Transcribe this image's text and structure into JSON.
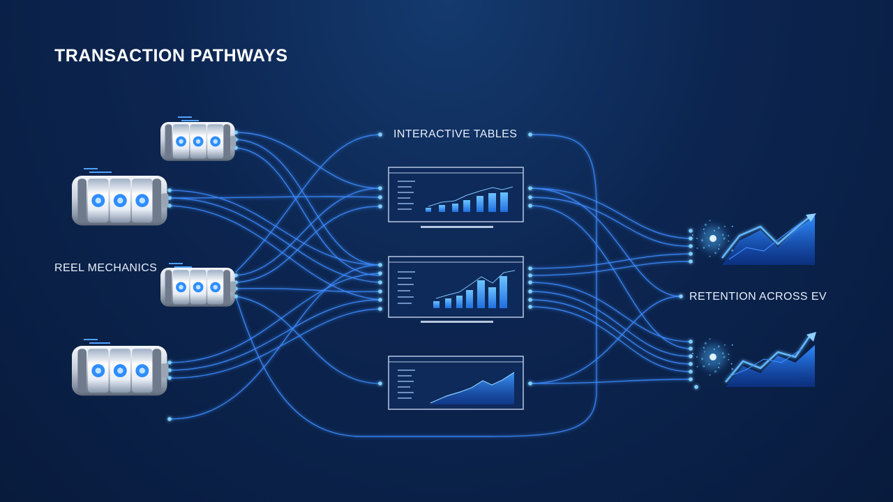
{
  "title": "TRANSACTION PATHWAYS",
  "labels": {
    "reel_mechanics": "REEL MECHANICS",
    "interactive_tables": "INTERACTIVE TABLES",
    "retention": "RETENTION ACROSS EV"
  },
  "colors": {
    "background": "#0b2047",
    "line": "#3d8cff",
    "node_glow": "#4fb6ff",
    "text": "#ffffff"
  },
  "icons": {
    "slot_machines": "slot-reel-icon",
    "dashboards": "dashboard-chart-icon",
    "growth": "growth-chart-icon"
  }
}
